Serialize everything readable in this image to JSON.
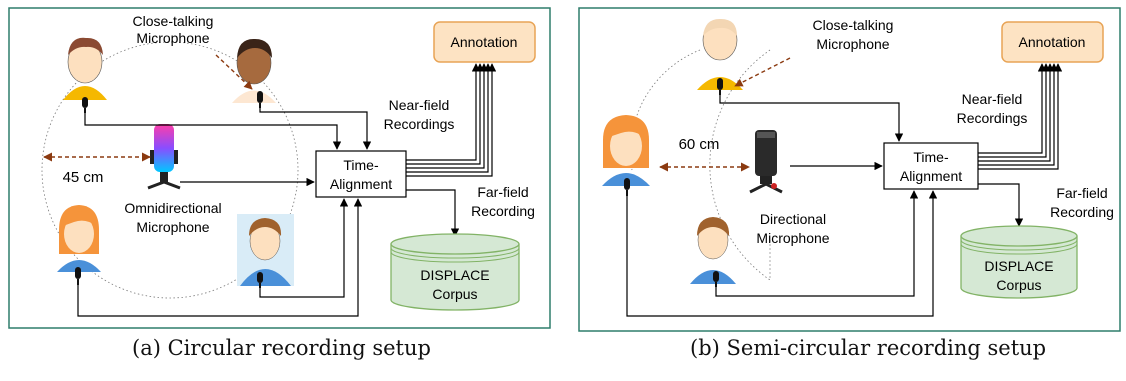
{
  "panel_a": {
    "caption": "(a) Circular recording setup",
    "close_talking_label": [
      "Close-talking",
      "Microphone"
    ],
    "annotation_label": "Annotation",
    "near_field_label": [
      "Near-field",
      "Recordings"
    ],
    "distance_label": "45 cm",
    "time_alignment_label": [
      "Time-",
      "Alignment"
    ],
    "far_field_label": [
      "Far-field",
      "Recording"
    ],
    "mic_label": [
      "Omnidirectional",
      "Microphone"
    ],
    "corpus_label": [
      "DISPLACE",
      "Corpus"
    ]
  },
  "panel_b": {
    "caption": "(b) Semi-circular recording setup",
    "close_talking_label": [
      "Close-talking",
      "Microphone"
    ],
    "annotation_label": "Annotation",
    "near_field_label": [
      "Near-field",
      "Recordings"
    ],
    "distance_label": "60 cm",
    "time_alignment_label": [
      "Time-",
      "Alignment"
    ],
    "far_field_label": [
      "Far-field",
      "Recording"
    ],
    "mic_label": [
      "Directional",
      "Microphone"
    ],
    "corpus_label": [
      "DISPLACE",
      "Corpus"
    ]
  },
  "colors": {
    "panel_border": "#2e7d6b",
    "annotation_fill": "#fde3c3",
    "annotation_border": "#e8a456",
    "corpus_fill": "#d5e8d4",
    "corpus_border": "#82b366",
    "distance_arrow": "#8b3a10",
    "skin": "#fde0bf",
    "orange_shirt": "#f5b800",
    "blue_shirt": "#4a90d9"
  }
}
